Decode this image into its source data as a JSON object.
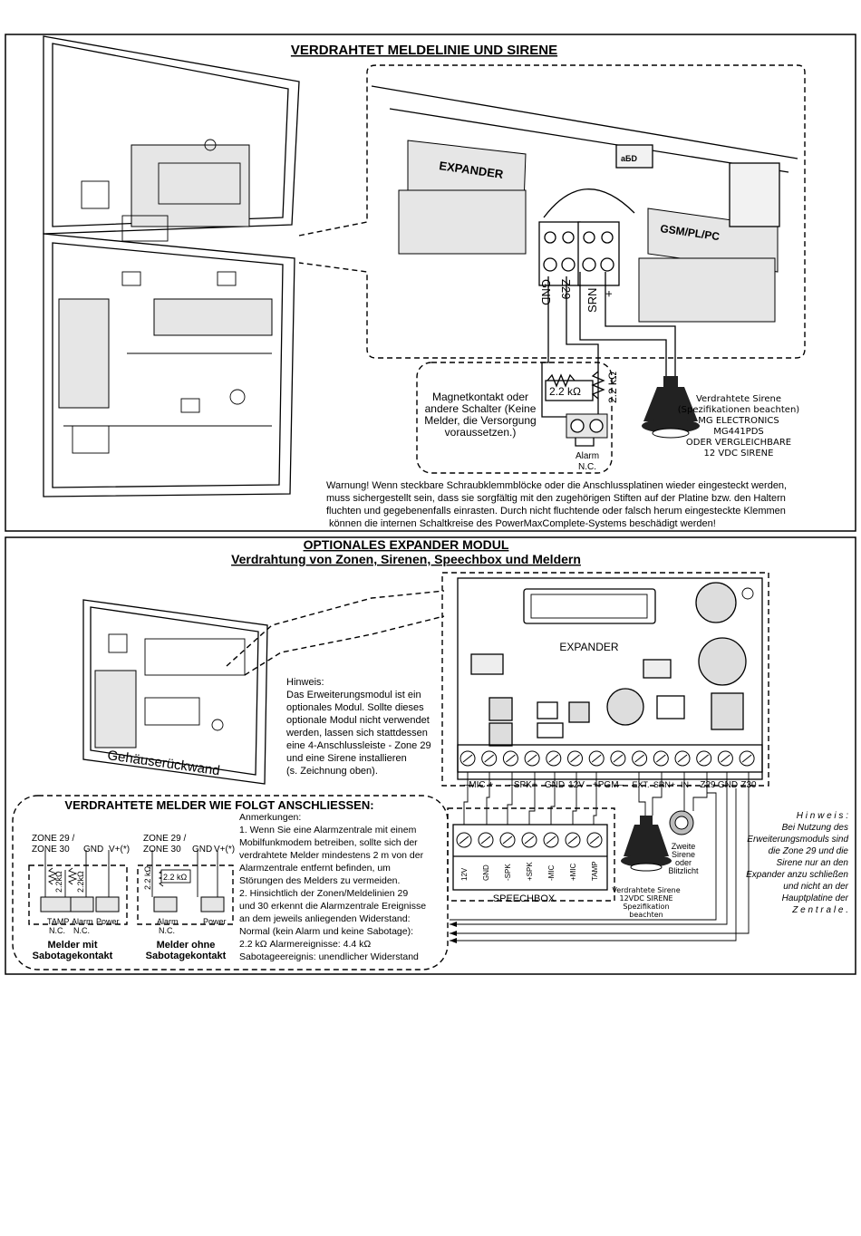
{
  "top": {
    "title": "VERDRAHTET MELDELINIE UND SIRENE",
    "expander_label": "EXPANDER",
    "gsm_label": "GSM/PL/PC",
    "chip_label": "aБD",
    "terminals": [
      "GND",
      "Z29",
      "SRN",
      "+"
    ],
    "resistor_a": "2.2 kΩ",
    "resistor_b": "2.2 kΩ",
    "switch_note": [
      "Magnetkontakt oder",
      "andere Schalter (Keine",
      "Melder, die Versorgung",
      "voraussetzen.)"
    ],
    "alarm_label": [
      "Alarm",
      "N.C."
    ],
    "siren_note": [
      "Verdrahtete Sirene",
      "(Spezifikationen beachten)",
      "MG ELECTRONICS",
      "MG441PDS",
      "ODER VERGLEICHBARE",
      "12 VDC SIRENE"
    ],
    "warning": [
      "Warnung! Wenn steckbare Schraubklemmblöcke oder die Anschlussplatinen wieder eingesteckt werden,",
      "muss sichergestellt sein, dass sie sorgfältig mit den zugehörigen Stiften auf der Platine bzw. den Haltern",
      "fluchten und gegebenenfalls einrasten. Durch nicht fluchtende oder falsch herum eingesteckte Klemmen",
      "können die internen Schaltkreise des PowerMaxComplete-Systems beschädigt werden!"
    ]
  },
  "bottom": {
    "title1": "OPTIONALES EXPANDER MODUL",
    "title2": "Verdrahtung von Zonen, Sirenen, Speechbox und Meldern",
    "housing_label": "Gehäuserückwand",
    "hint": [
      "Hinweis:",
      "Das Erweiterungsmodul ist ein",
      "optionales Modul. Sollte dieses",
      "optionale Modul nicht verwendet",
      "werden, lassen sich stattdessen",
      "eine 4-Anschlussleiste - Zone 29",
      "und eine Sirene installieren",
      "(s. Zeichnung oben)."
    ],
    "expander_label": "EXPANDER",
    "terminal_labels": [
      "–MIC +",
      "–SPK+",
      "GND",
      "12V",
      "+PGM–",
      "EXT.",
      "SRN+",
      "IN-",
      "Z29",
      "GND",
      "Z30"
    ],
    "speechbox_label": "SPEECHBOX",
    "speechbox_terms": [
      "12V",
      "GND",
      "-SPK",
      "+SPK",
      "-MIC",
      "+MIC",
      "TAMP"
    ],
    "siren_note": [
      "Verdrahtete Sirene",
      "12VDC SIRENE",
      "Spezifikation",
      "beachten"
    ],
    "second_siren": [
      "Zweite",
      "Sirene",
      "oder",
      "Blitzlicht"
    ],
    "side_hint": [
      "H i n w e i s :",
      "Bei Nutzung des",
      "Erweiterungsmoduls sind",
      "die Zone 29 und die",
      "Sirene nur an den",
      "Expander anzu schließen",
      "und nicht an der",
      "Hauptplatine der",
      "Z e n t r a l e ."
    ],
    "detectors_title": "VERDRAHTETE MELDER WIE FOLGT ANSCHLIESSEN:",
    "det1": {
      "zone": [
        "ZONE 29 /",
        "ZONE 30"
      ],
      "gnd": "GND",
      "vplus": "V+(*)",
      "r1": "2.2kΩ",
      "r2": "2.2kΩ",
      "tamp": [
        "TAMP",
        "N.C."
      ],
      "alarm": [
        "Alarm",
        "N.C."
      ],
      "power": "Power",
      "title": [
        "Melder mit",
        "Sabotagekontakt"
      ]
    },
    "det2": {
      "zone": [
        "ZONE 29 /",
        "ZONE 30"
      ],
      "gnd": "GND",
      "vplus": "V+(*)",
      "r1": "2.2 kΩ",
      "r2": "2.2 kΩ",
      "alarm": [
        "Alarm",
        "N.C."
      ],
      "power": "Power",
      "title": [
        "Melder ohne",
        "Sabotagekontakt"
      ]
    },
    "notes": [
      "Anmerkungen:",
      "1. Wenn Sie eine Alarmzentrale mit einem",
      " Mobilfunkmodem betreiben, sollte sich der",
      "verdrahtete Melder mindestens 2 m von der",
      "Alarmzentrale entfernt befinden, um",
      "Störungen des Melders zu vermeiden.",
      "2. Hinsichtlich der Zonen/Meldelinien 29",
      "und 30 erkennt die Alarmzentrale Ereignisse",
      "an dem jeweils anliegenden Widerstand:",
      "Normal  (kein Alarm und keine Sabotage):",
      "2.2 kΩ Alarmereignisse: 4.4 kΩ",
      "Sabotageereignis: unendlicher Widerstand"
    ]
  }
}
